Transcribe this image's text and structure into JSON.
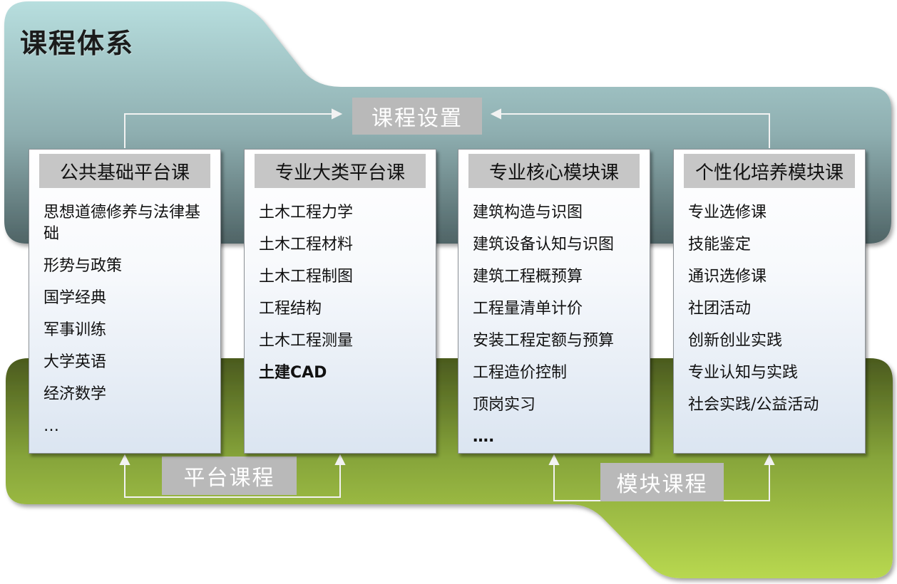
{
  "title": "课程体系",
  "center_label": "课程设置",
  "platform_label": "平台课程",
  "module_label": "模块课程",
  "columns": [
    {
      "heading": "公共基础平台课",
      "items": [
        "思想道德修养与法律基础",
        "形势与政策",
        "国学经典",
        "军事训练",
        "大学英语",
        "经济数学",
        "…"
      ]
    },
    {
      "heading": "专业大类平台课",
      "items": [
        "土木工程力学",
        "土木工程材料",
        "土木工程制图",
        "工程结构",
        "土木工程测量",
        "土建CAD"
      ]
    },
    {
      "heading": "专业核心模块课",
      "items": [
        "建筑构造与识图",
        "建筑设备认知与识图",
        "建筑工程概预算",
        "工程量清单计价",
        "安装工程定额与预算",
        "工程造价控制",
        "顶岗实习",
        "…."
      ]
    },
    {
      "heading": "个性化培养模块课",
      "items": [
        "专业选修课",
        "技能鉴定",
        "通识选修课",
        "社团活动",
        "创新创业实践",
        "专业认知与实践",
        "社会实践/公益活动"
      ]
    }
  ],
  "colors": {
    "top_band": "#8fb3b3",
    "bottom_band": "#7f9a3a",
    "tag": "#b9b9b9",
    "column_head": "#c6c6c6"
  }
}
